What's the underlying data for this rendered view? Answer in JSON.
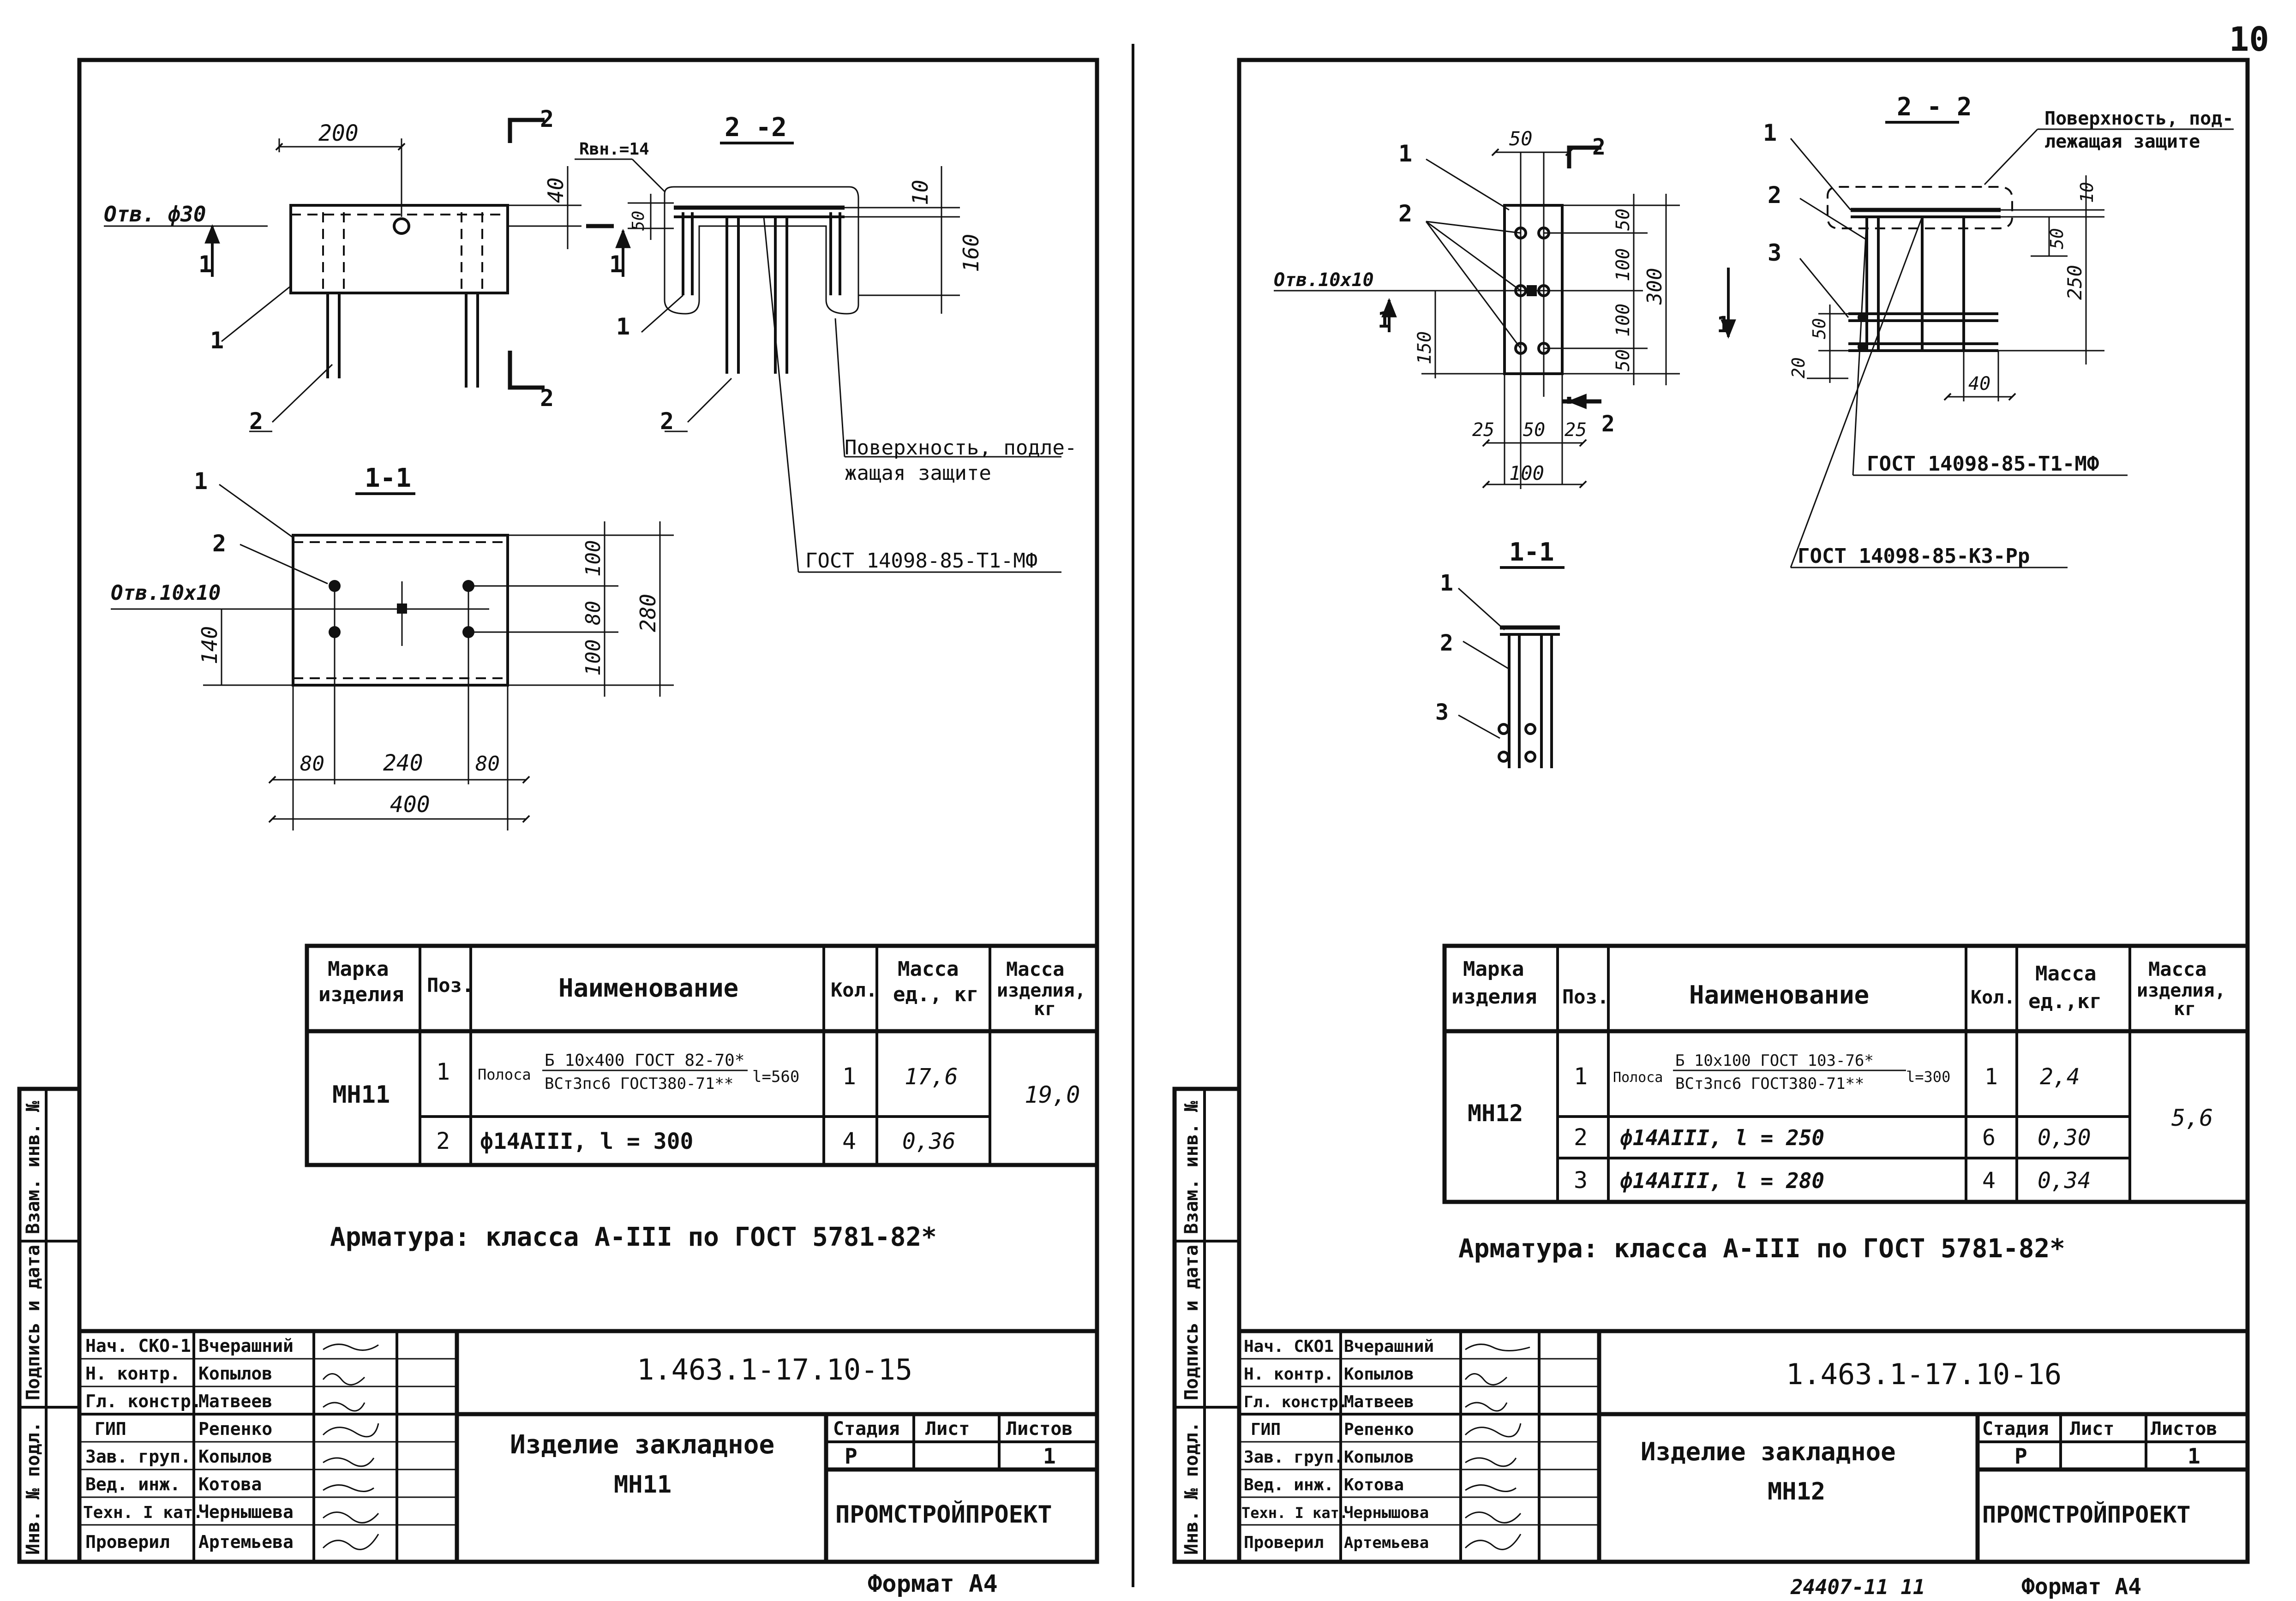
{
  "page_number": "10",
  "left": {
    "drawing": {
      "dims_top": {
        "d200": "200",
        "d40": "40",
        "hole": "Отв. ф30",
        "sec_mark": "2",
        "sec_mark1": "1",
        "pos1": "1",
        "pos2": "2"
      },
      "section_22": {
        "title": "2 -2",
        "rvn": "Rвн.=14",
        "d50": "50",
        "d10": "10",
        "d160": "160",
        "pos1": "1",
        "pos2": "2",
        "surface": "Поверхность, подле-",
        "surface2": "жащая защите",
        "gost": "ГОСТ 14098-85-Т1-МФ"
      },
      "section_11": {
        "title": "1-1",
        "pos1": "1",
        "pos2": "2",
        "hole": "Отв.10х10",
        "d140": "140",
        "d100a": "100",
        "d80": "80",
        "d100b": "100",
        "d280": "280",
        "d80l": "80",
        "d240": "240",
        "d80r": "80",
        "d400": "400"
      }
    },
    "table": {
      "headers": [
        "Марка изделия",
        "Поз.",
        "Наименование",
        "Кол.",
        "Масса ед., кг",
        "Масса изделия, кг"
      ],
      "mark": "МН11",
      "rows": [
        {
          "pos": "1",
          "name_prefix": "Полоса",
          "name_top": "Б 10х400 ГОСТ 82-70*",
          "name_bottom": "ВСт3пс6 ГОСТ380-71**",
          "length": "l=560",
          "qty": "1",
          "mass": "17,6"
        },
        {
          "pos": "2",
          "name": "ф14АIII,   l = 300",
          "qty": "4",
          "mass": "0,36"
        }
      ],
      "total": "19,0"
    },
    "note": "Арматура: класса А-III по ГОСТ 5781-82*",
    "stamp": {
      "roles": [
        "Нач. СКО-1",
        "Н. контр.",
        "Гл. констр.",
        "ГИП",
        "Зав. груп.",
        "Вед. инж.",
        "Техн. I кат.",
        "Проверил"
      ],
      "names": [
        "Вчерашний",
        "Копылов",
        "Матвеев",
        "Репенко",
        "Копылов",
        "Котова",
        "Чернышева",
        "Артемьева"
      ],
      "code": "1.463.1-17.10-15",
      "title": "Изделие закладное",
      "subtitle": "МН11",
      "stage_label": "Стадия",
      "sheet_label": "Лист",
      "sheets_label": "Листов",
      "stage": "Р",
      "sheets": "1",
      "org": "ПРОМСТРОЙПРОЕКТ"
    },
    "side": [
      "Инв. № подл.",
      "Подпись и дата",
      "Взам. инв. №"
    ],
    "format": "Формат А4"
  },
  "right": {
    "drawing": {
      "plan": {
        "d50": "50",
        "sec_mark": "2",
        "pos1": "1",
        "pos2": "2",
        "hole": "Отв.10х10",
        "sec1": "1",
        "d150": "150",
        "v50a": "50",
        "v100a": "100",
        "v100b": "100",
        "v50b": "50",
        "d300": "300",
        "d25l": "25",
        "d50b": "50",
        "d25r": "25",
        "d100": "100"
      },
      "section_22": {
        "title": "2 - 2",
        "surface": "Поверхность, под-",
        "surface2": "лежащая защите",
        "pos1": "1",
        "pos2": "2",
        "pos3": "3",
        "d10": "10",
        "d50": "50",
        "d250": "250",
        "d50l": "50",
        "d20": "20",
        "d40": "40",
        "gost1": "ГОСТ 14098-85-Т1-МФ",
        "gost2": "ГОСТ 14098-85-К3-Рр"
      },
      "section_11": {
        "title": "1-1",
        "pos1": "1",
        "pos2": "2",
        "pos3": "3"
      }
    },
    "table": {
      "headers": [
        "Марка изделия",
        "Поз.",
        "Наименование",
        "Кол.",
        "Масса ед., кг",
        "Масса изделия, кг"
      ],
      "mark": "МН12",
      "rows": [
        {
          "pos": "1",
          "name_prefix": "Полоса",
          "name_top": "Б 10х100 ГОСТ 103-76*",
          "name_bottom": "ВСт3пс6 ГОСТ380-71**",
          "length": "l=300",
          "qty": "1",
          "mass": "2,4"
        },
        {
          "pos": "2",
          "name": "ф14АIII, l = 250",
          "qty": "6",
          "mass": "0,30"
        },
        {
          "pos": "3",
          "name": "ф14АIII, l = 280",
          "qty": "4",
          "mass": "0,34"
        }
      ],
      "total": "5,6"
    },
    "note": "Арматура:  класса А-III по ГОСТ 5781-82*",
    "stamp": {
      "roles": [
        "Нач. СКО1",
        "Н. контр.",
        "Гл. констр.",
        "ГИП",
        "Зав. груп.",
        "Вед. инж.",
        "Техн. I кат.",
        "Проверил"
      ],
      "names": [
        "Вчерашний",
        "Копылов",
        "Матвеев",
        "Репенко",
        "Копылов",
        "Котова",
        "Чернышова",
        "Артемьева"
      ],
      "code": "1.463.1-17.10-16",
      "title": "Изделие   закладное",
      "subtitle": "МН12",
      "stage_label": "Стадия",
      "sheet_label": "Лист",
      "sheets_label": "Листов",
      "stage": "Р",
      "sheets": "1",
      "org": "ПРОМСТРОЙПРОЕКТ"
    },
    "side": [
      "Инв. № подл.",
      "Подпись и дата",
      "Взам. инв. №"
    ],
    "footer_code": "24407-11   11",
    "format": "Формат А4"
  }
}
